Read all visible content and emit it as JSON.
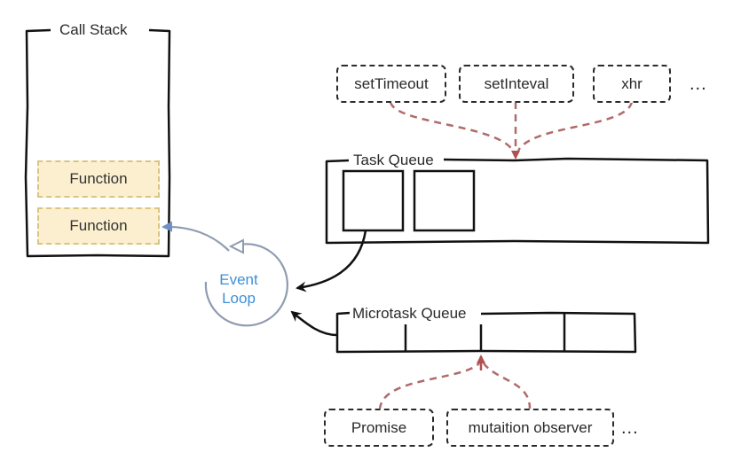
{
  "call_stack": {
    "title": "Call Stack",
    "frames": [
      {
        "label": "Function"
      },
      {
        "label": "Function"
      }
    ]
  },
  "event_loop": {
    "line1": "Event",
    "line2": "Loop"
  },
  "task_queue": {
    "title": "Task Queue",
    "slots": 2,
    "sources": [
      {
        "label": "setTimeout"
      },
      {
        "label": "setInteval"
      },
      {
        "label": "xhr"
      }
    ],
    "more": "..."
  },
  "microtask_queue": {
    "title": "Microtask Queue",
    "slots": 4,
    "sources": [
      {
        "label": "Promise"
      },
      {
        "label": "mutaition observer"
      }
    ],
    "more": "..."
  },
  "colors": {
    "outline": "#111111",
    "function_fill": "#fbefcf",
    "function_border": "#d9c583",
    "source_arrow": "#b06a6a",
    "event_loop_circle": "#8f9bb0",
    "event_loop_text": "#3d8fd8",
    "event_loop_arrow": "#6f8fc4"
  }
}
